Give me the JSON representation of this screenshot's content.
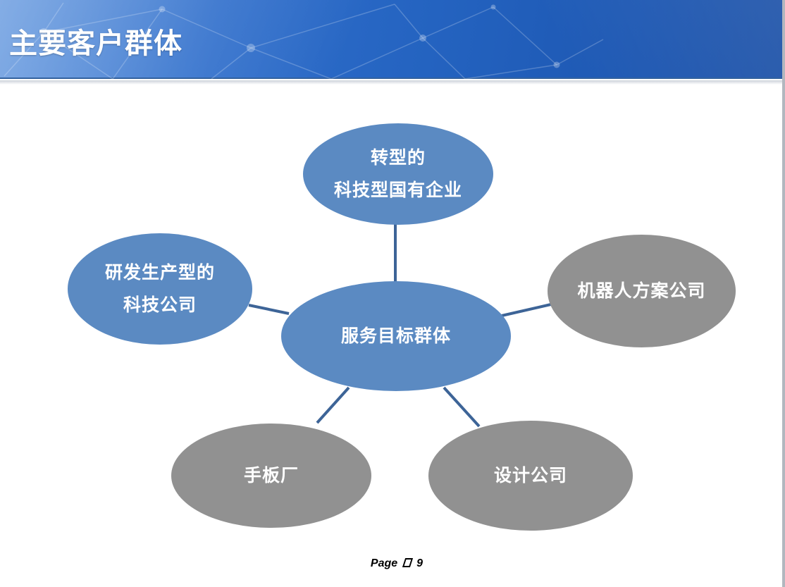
{
  "slide": {
    "title": "主要客户群体",
    "footer": {
      "page_label": "Page",
      "page_number": "9"
    },
    "colors": {
      "blue_node": "#5b8ac2",
      "gray_node": "#919191",
      "connector": "#3d6497",
      "node_text": "#ffffff",
      "header_blue_light": "#4f8ada",
      "header_blue_dark": "#184ea6",
      "footer_text": "#000000"
    }
  },
  "diagram": {
    "type": "hub-and-spoke",
    "center": {
      "label": "服务目标群体",
      "color": "blue"
    },
    "nodes": [
      {
        "id": "transforming-soe",
        "lines": [
          "转型的",
          "科技型国有企业"
        ],
        "color": "blue",
        "position": "top"
      },
      {
        "id": "rd-production-tech-company",
        "lines": [
          "研发生产型的",
          "科技公司"
        ],
        "color": "blue",
        "position": "left"
      },
      {
        "id": "robot-solution-company",
        "lines": [
          "机器人方案公司"
        ],
        "color": "gray",
        "position": "right"
      },
      {
        "id": "prototype-factory",
        "lines": [
          "手板厂"
        ],
        "color": "gray",
        "position": "bottom-left"
      },
      {
        "id": "design-company",
        "lines": [
          "设计公司"
        ],
        "color": "gray",
        "position": "bottom-right"
      }
    ]
  }
}
